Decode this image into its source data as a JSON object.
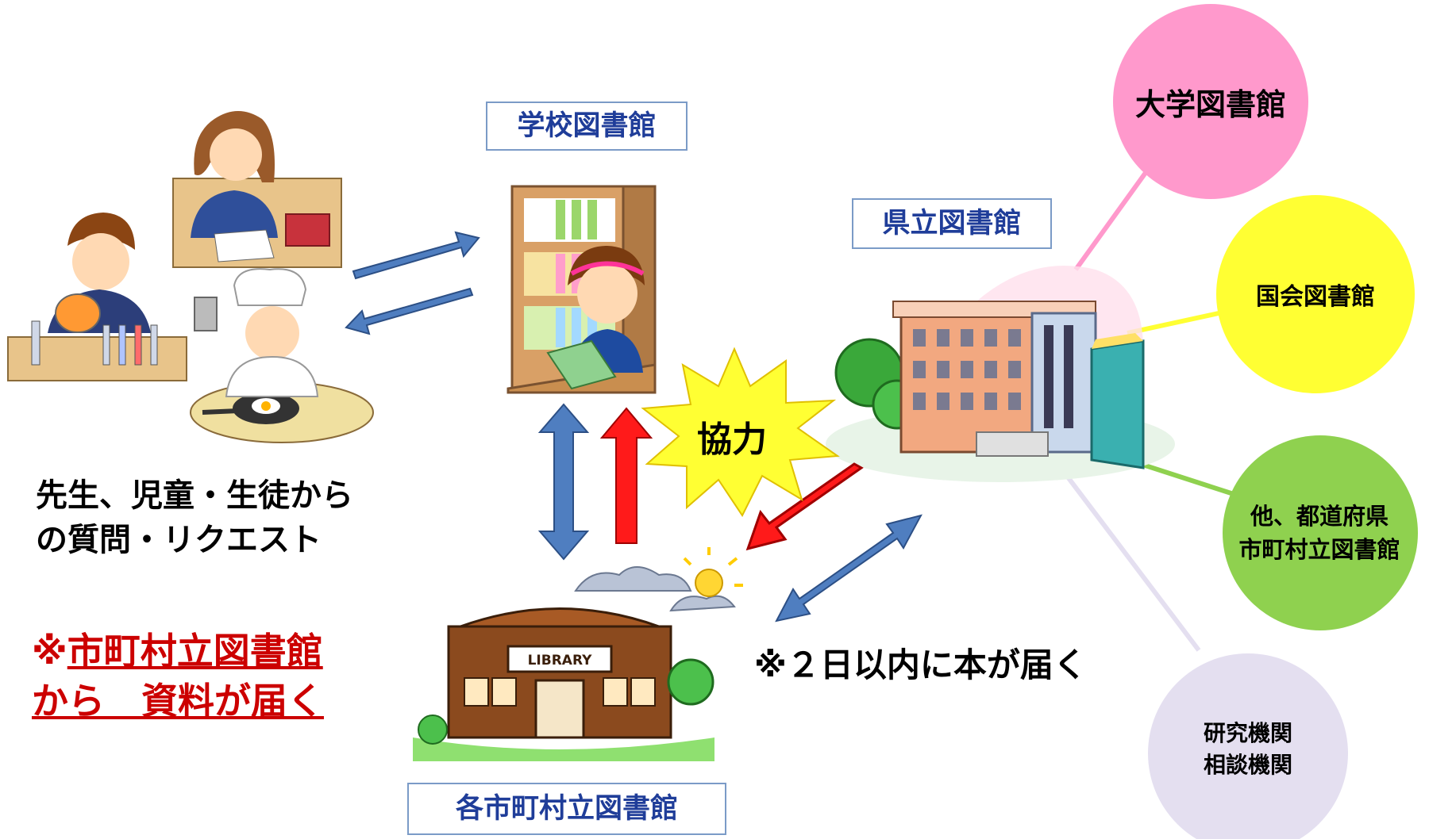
{
  "labels": {
    "school_library": "学校図書館",
    "prefectural_library": "県立図書館",
    "municipal_libraries": "各市町村立図書館",
    "cooperation": "協力",
    "library_sign": "LIBRARY"
  },
  "notes": {
    "requests_line1": "先生、児童・生徒から",
    "requests_line2": "の質問・リクエスト",
    "municipal_mark": "※",
    "municipal_line1": "市町村立図書館",
    "municipal_line2": "から　資料が届く",
    "delivery": "※２日以内に本が届く"
  },
  "partners": {
    "university": "大学図書館",
    "national_diet": "国会図書館",
    "other_line1": "他、都道府県",
    "other_line2": "市町村立図書館",
    "research_line1": "研究機関",
    "research_line2": "相談機関"
  },
  "colors": {
    "blue_arrow": "#4f7ec0",
    "red_arrow": "#ff1a1a",
    "box_text": "#1f3d99",
    "note_red": "#cc0000",
    "burst": "#ffff33",
    "pink_circle": "#ff99cc",
    "yellow_circle": "#ffff33",
    "green_circle": "#8fd14f",
    "lavender_circle": "#e4dff0"
  }
}
